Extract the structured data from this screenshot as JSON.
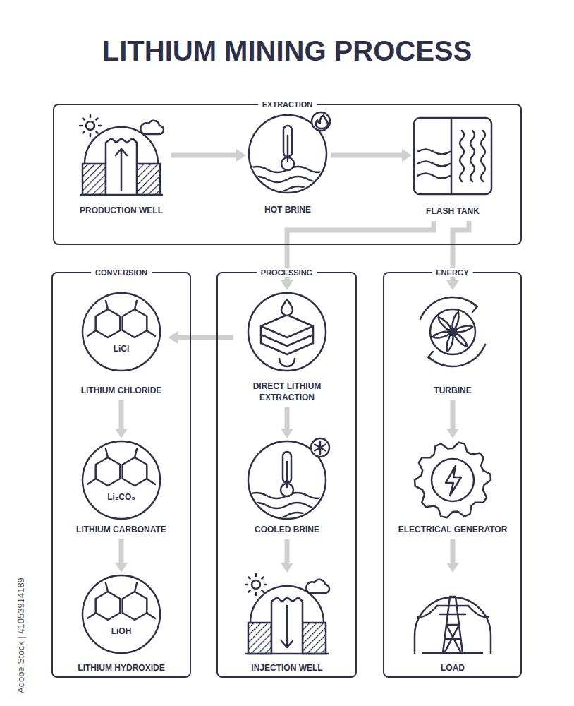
{
  "diagram": {
    "title": "LITHIUM MINING PROCESS",
    "nodes": [
      {
        "text": [
          "EXTRACTION"
        ]
      },
      {
        "text": [
          "PRODUCTION WELL"
        ],
        "in": 0
      },
      {
        "text": [
          "HOT BRINE"
        ],
        "in": 0
      },
      {
        "text": [
          "FLASH TANK"
        ],
        "in": 0
      },
      {
        "text": [
          "CONVERSION"
        ]
      },
      {
        "text": [
          "LITHIUM CHLORIDE"
        ],
        "in": 4
      },
      {
        "text": [
          "LITHIUM CARBONATE"
        ],
        "in": 4
      },
      {
        "text": [
          "LITHIUM HYDROXIDE"
        ],
        "in": 4
      },
      {
        "text": [
          "PROCESSING"
        ]
      },
      {
        "text": [
          "DIRECT LITHIUM EXTRACTION"
        ],
        "in": 8
      },
      {
        "text": [
          "COOLED BRINE"
        ],
        "in": 8
      },
      {
        "text": [
          "INJECTION WELL"
        ],
        "in": 8
      },
      {
        "text": [
          "ENERGY"
        ]
      },
      {
        "text": [
          "TURBINE"
        ],
        "in": 12
      },
      {
        "text": [
          "ELECTRICAL GENERATOR"
        ],
        "in": 12
      },
      {
        "text": [
          "LOAD"
        ],
        "in": 12
      }
    ],
    "edges": [
      {
        "from": 1,
        "to": 2,
        "arrow": "to"
      },
      {
        "from": 2,
        "to": 3,
        "arrow": "to"
      },
      {
        "from": 3,
        "to": 9,
        "arrow": "to"
      },
      {
        "from": 3,
        "to": 13,
        "arrow": "to"
      },
      {
        "from": 9,
        "to": 5,
        "arrow": "to"
      },
      {
        "from": 5,
        "to": 6,
        "arrow": "to"
      },
      {
        "from": 6,
        "to": 7,
        "arrow": "to"
      },
      {
        "from": 9,
        "to": 10,
        "arrow": "to"
      },
      {
        "from": 10,
        "to": 11,
        "arrow": "to"
      },
      {
        "from": 13,
        "to": 14,
        "arrow": "to"
      },
      {
        "from": 14,
        "to": 15,
        "arrow": "to"
      }
    ],
    "labels": [
      "LiCl",
      "Li₂CO₃",
      "LiOH",
      "Adobe Stock | #1053914189"
    ]
  }
}
